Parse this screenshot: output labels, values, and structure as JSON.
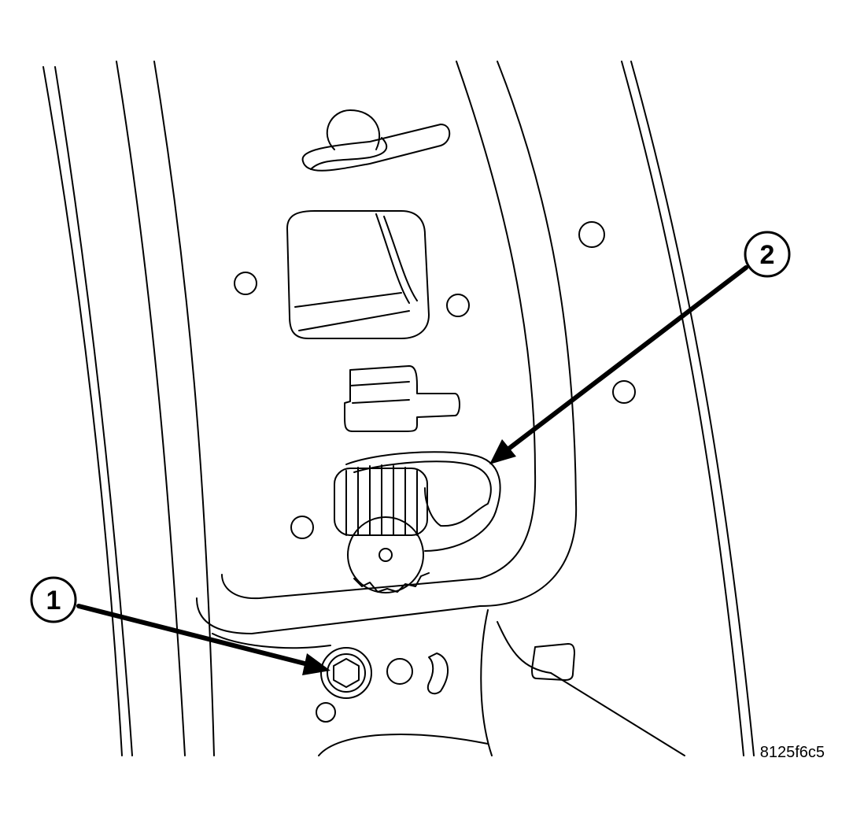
{
  "callouts": [
    {
      "id": "1",
      "label": "1"
    },
    {
      "id": "2",
      "label": "2"
    }
  ],
  "figure_code": "8125f6c5",
  "colors": {
    "line": "#000000",
    "background": "#ffffff"
  }
}
